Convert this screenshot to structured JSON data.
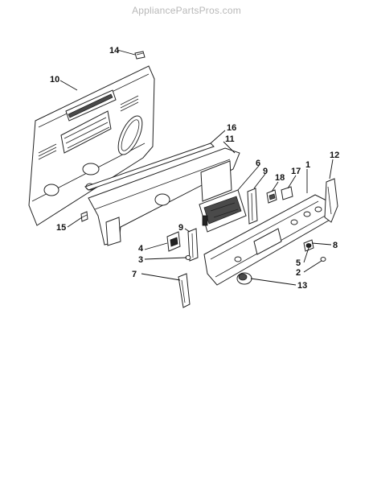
{
  "watermark": "AppliancePartsPros.com",
  "callouts": [
    {
      "id": "c14",
      "label": "14"
    },
    {
      "id": "c10",
      "label": "10"
    },
    {
      "id": "c16",
      "label": "16"
    },
    {
      "id": "c11",
      "label": "11"
    },
    {
      "id": "c6",
      "label": "6"
    },
    {
      "id": "c9a",
      "label": "9"
    },
    {
      "id": "c18",
      "label": "18"
    },
    {
      "id": "c17",
      "label": "17"
    },
    {
      "id": "c1",
      "label": "1"
    },
    {
      "id": "c12",
      "label": "12"
    },
    {
      "id": "c15",
      "label": "15"
    },
    {
      "id": "c9b",
      "label": "9"
    },
    {
      "id": "c4",
      "label": "4"
    },
    {
      "id": "c3",
      "label": "3"
    },
    {
      "id": "c8",
      "label": "8"
    },
    {
      "id": "c5",
      "label": "5"
    },
    {
      "id": "c2",
      "label": "2"
    },
    {
      "id": "c7",
      "label": "7"
    },
    {
      "id": "c13",
      "label": "13"
    }
  ]
}
